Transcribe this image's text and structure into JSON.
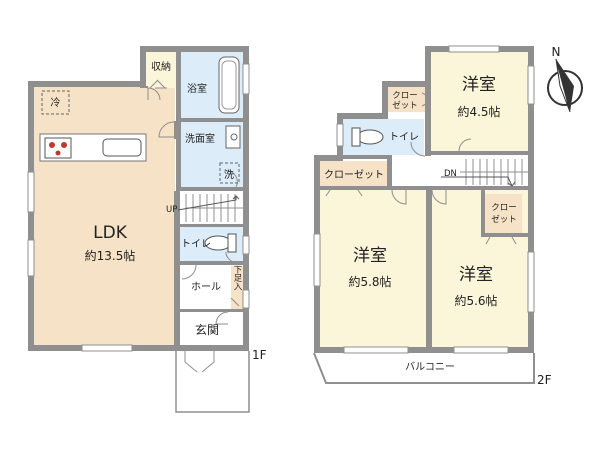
{
  "floor1": {
    "floor_label": "1F",
    "rooms": {
      "ldk_name": "LDK",
      "ldk_size": "約13.5帖",
      "storage": "収納",
      "bath": "浴室",
      "washroom": "洗面室",
      "washer": "洗",
      "fridge": "冷",
      "toilet": "トイレ",
      "hall": "ホール",
      "shoe_box": "下足入",
      "entrance": "玄関",
      "stair_up": "UP"
    }
  },
  "floor2": {
    "floor_label": "2F",
    "rooms": {
      "room_a_name": "洋室",
      "room_a_size": "約4.5帖",
      "room_b_name": "洋室",
      "room_b_size": "約5.8帖",
      "room_c_name": "洋室",
      "room_c_size": "約5.6帖",
      "closet_top": [
        "クロー",
        "ゼット"
      ],
      "closet_wide": "クローゼット",
      "closet_right": [
        "クロー",
        "ゼット"
      ],
      "toilet": "トイレ",
      "balcony": "バルコニー",
      "stair_down": "DN"
    }
  },
  "compass": {
    "north": "N"
  },
  "colors": {
    "wall": "#8f8f8f",
    "ldk_floor": "#f6e2c6",
    "room_floor": "#fbf5da",
    "wet_floor": "#dcecf9"
  }
}
